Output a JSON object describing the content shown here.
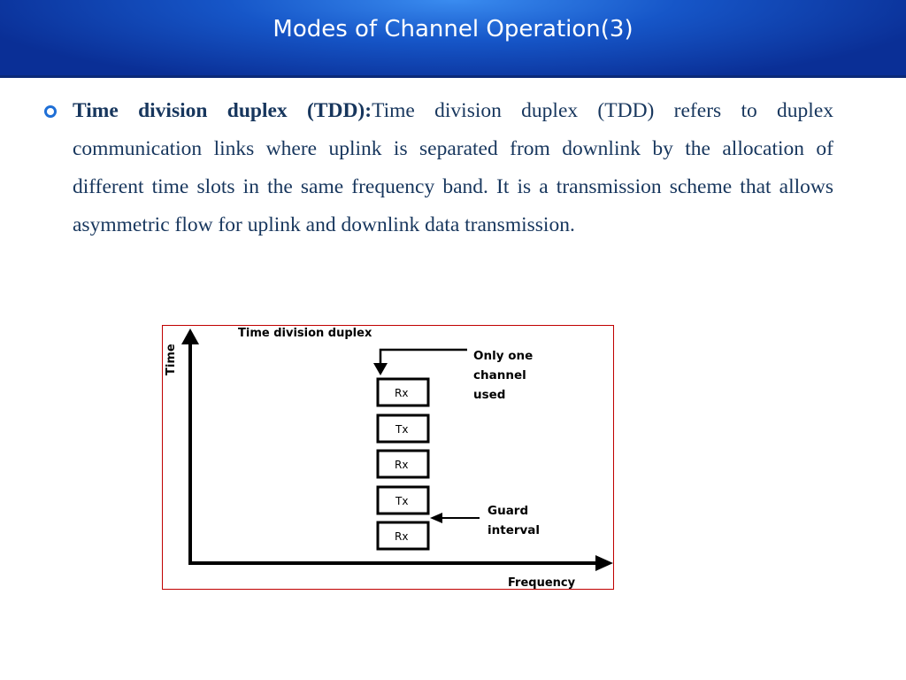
{
  "slide": {
    "title": "Modes of Channel Operation(3)"
  },
  "bullet": {
    "icon": "circle-bullet-icon",
    "term": "Time division duplex (TDD):",
    "text": "Time division duplex (TDD) refers to duplex communication links where uplink is separated from downlink by the allocation of different time slots in the same frequency band. It is a transmission scheme that allows asymmetric flow for uplink and downlink data transmission."
  },
  "diagram": {
    "title": "Time division duplex",
    "y_axis_label": "Time",
    "x_axis_label": "Frequency",
    "annotation_channel": [
      "Only one",
      "channel",
      "used"
    ],
    "annotation_guard": [
      "Guard",
      "interval"
    ],
    "slots": [
      "Rx",
      "Tx",
      "Rx",
      "Tx",
      "Rx"
    ],
    "colors": {
      "border": "#c00000",
      "ink": "#000000"
    }
  }
}
